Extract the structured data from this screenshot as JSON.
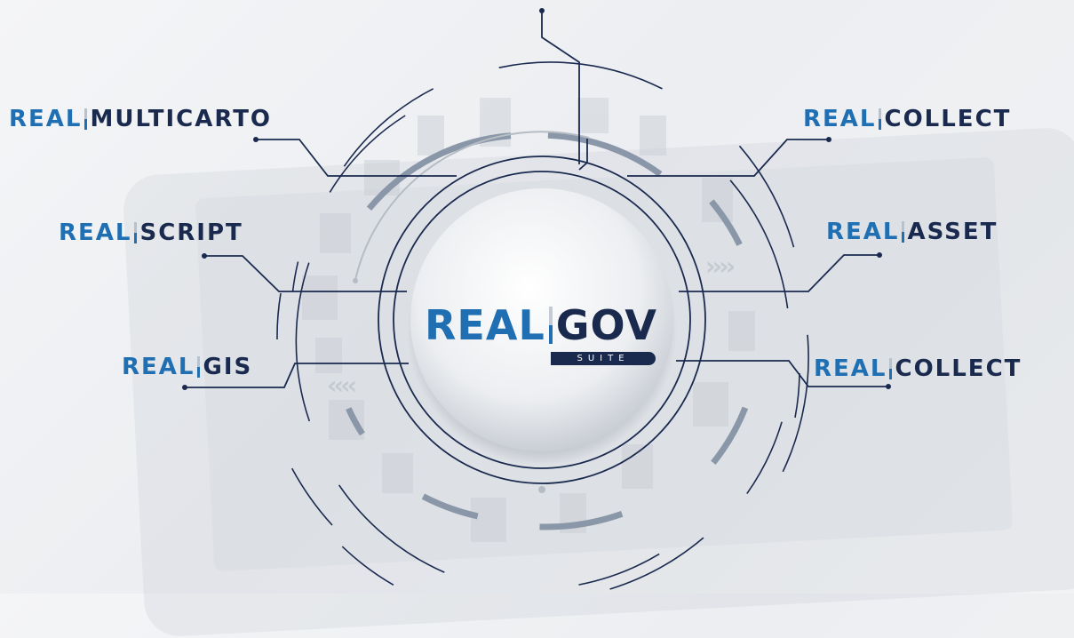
{
  "colors": {
    "accent_blue": "#1f6fb2",
    "navy": "#1a2a4f",
    "arc_gray": "#8a97a8"
  },
  "logo": {
    "part1": "REAL",
    "part2": "GOV",
    "tagline": "SUITE"
  },
  "products": [
    {
      "prefix": "REAL",
      "name": "MULTICARTO"
    },
    {
      "prefix": "REAL",
      "name": "SCRIPT"
    },
    {
      "prefix": "REAL",
      "name": "GIS"
    },
    {
      "prefix": "REAL",
      "name": "COLLECT"
    },
    {
      "prefix": "REAL",
      "name": "ASSET"
    },
    {
      "prefix": "REAL",
      "name": "COLLECT"
    }
  ],
  "decor": {
    "chevrons_right": "››››",
    "chevrons_left": "‹‹‹‹"
  }
}
